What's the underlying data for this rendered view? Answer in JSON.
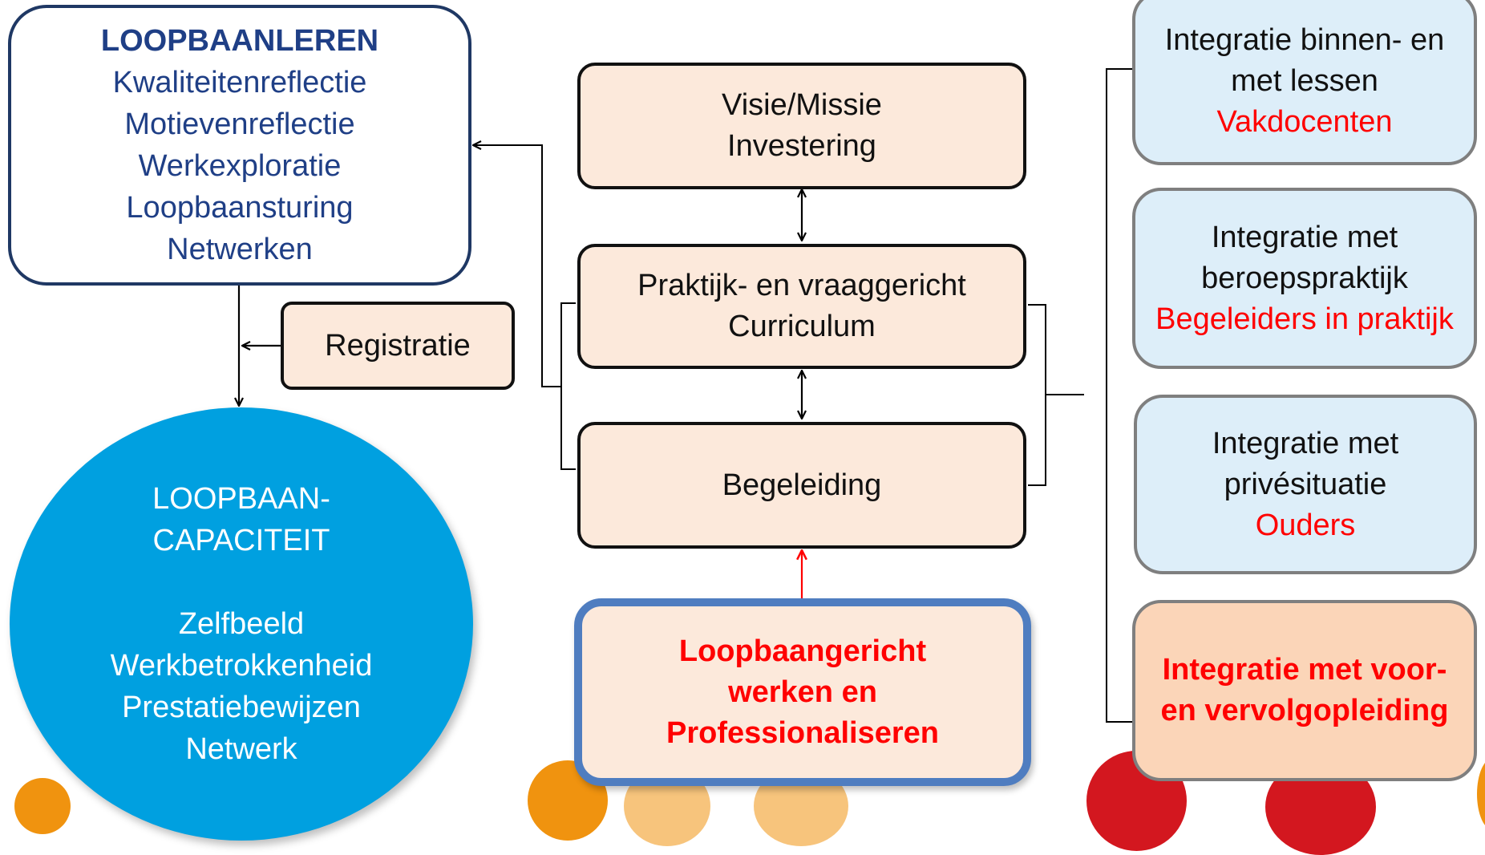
{
  "colors": {
    "box_fill": "#fce9db",
    "side_fill": "#ddeef9",
    "circle_fill": "#00a0e0",
    "highlight_text": "#ff0000",
    "heading_text": "#1f3f86",
    "outline_blue": "#4f7dc0"
  },
  "loopbaanleren": {
    "title": "LOOPBAANLEREN",
    "items": [
      "Kwaliteitenreflectie",
      "Motievenreflectie",
      "Werkexploratie",
      "Loopbaansturing",
      "Netwerken"
    ]
  },
  "registratie": "Registratie",
  "capaciteit": {
    "title_line1": "LOOPBAAN-",
    "title_line2": "CAPACITEIT",
    "items": [
      "Zelfbeeld",
      "Werkbetrokkenheid",
      "Prestatiebewijzen",
      "Netwerk"
    ]
  },
  "center": {
    "visie_line1": "Visie/Missie",
    "visie_line2": "Investering",
    "praktijk_line1": "Praktijk- en vraaggericht",
    "praktijk_line2": "Curriculum",
    "begeleiding": "Begeleiding",
    "lgw_line1": "Loopbaangericht",
    "lgw_line2": "werken en",
    "lgw_line3": "Professionaliseren"
  },
  "right": {
    "vak_line1": "Integratie binnen- en",
    "vak_line2": "met lessen",
    "vak_actor": "Vakdocenten",
    "beroep_line1": "Integratie met",
    "beroep_line2": "beroepspraktijk",
    "beroep_actor": "Begeleiders in praktijk",
    "prive_line1": "Integratie met",
    "prive_line2": "privésituatie",
    "prive_actor": "Ouders",
    "voor_line1": "Integratie met voor-",
    "voor_line2": "en vervolgopleiding"
  }
}
